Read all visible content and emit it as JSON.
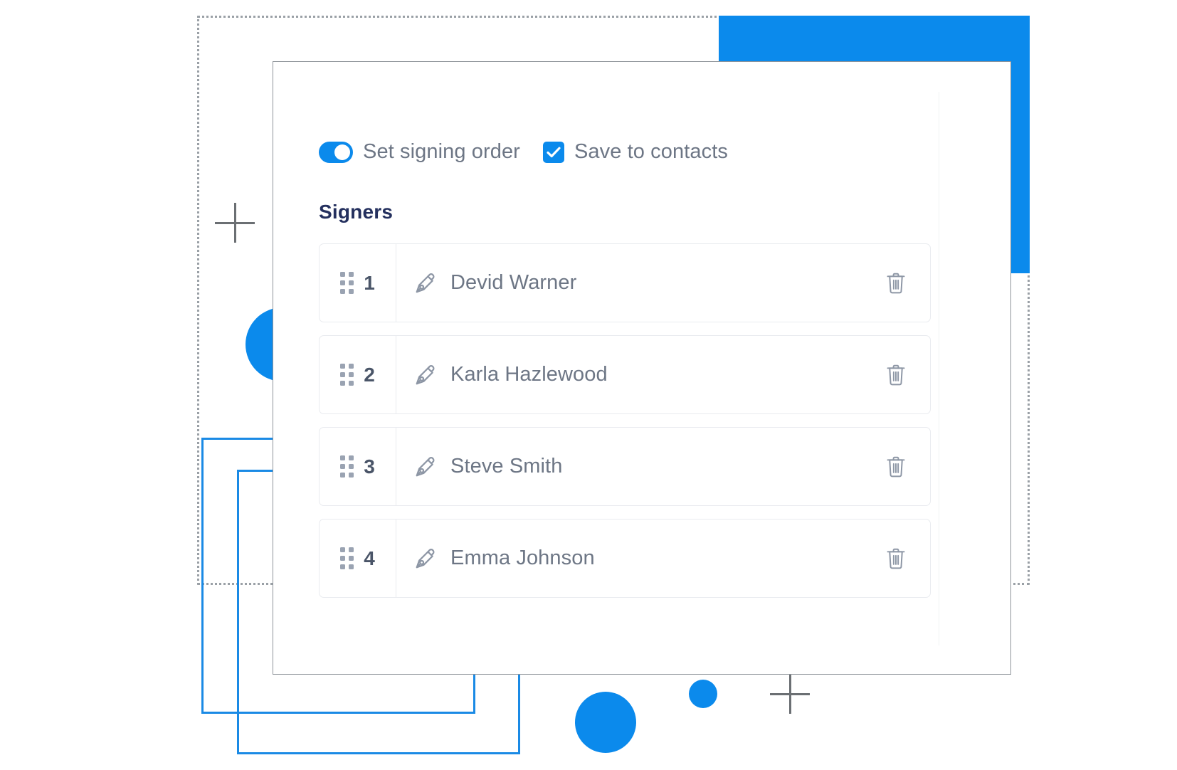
{
  "options": [
    {
      "control": "toggle",
      "control_icon": "toggle-on-icon",
      "label": "Set signing order",
      "state": "on"
    },
    {
      "control": "checkbox",
      "control_icon": "checkbox-checked-icon",
      "label": "Save to contacts",
      "state": "checked"
    }
  ],
  "signers_section": {
    "title": "Signers",
    "rows": [
      {
        "index": "1",
        "name": "Devid Warner",
        "drag_icon": "drag-handle-icon",
        "sign_icon": "pen-nib-icon",
        "delete_icon": "trash-icon"
      },
      {
        "index": "2",
        "name": "Karla Hazlewood",
        "drag_icon": "drag-handle-icon",
        "sign_icon": "pen-nib-icon",
        "delete_icon": "trash-icon"
      },
      {
        "index": "3",
        "name": "Steve Smith",
        "drag_icon": "drag-handle-icon",
        "sign_icon": "pen-nib-icon",
        "delete_icon": "trash-icon"
      },
      {
        "index": "4",
        "name": "Emma Johnson",
        "drag_icon": "drag-handle-icon",
        "sign_icon": "pen-nib-icon",
        "delete_icon": "trash-icon"
      }
    ]
  },
  "colors": {
    "accent_blue": "#0b8aec",
    "outline_blue": "#1a8ae5",
    "heading_navy": "#24305e",
    "body_gray": "#6d7685",
    "row_border": "#e9ebef",
    "deco_gray": "#9aa0a6"
  },
  "decorations": [
    {
      "name": "dotted-rectangle"
    },
    {
      "name": "blue-filled-rectangle"
    },
    {
      "name": "blue-outline-rectangle-1"
    },
    {
      "name": "blue-outline-rectangle-2"
    },
    {
      "name": "blue-circle-large-left"
    },
    {
      "name": "blue-circle-large-bottom"
    },
    {
      "name": "blue-circle-small-bottom"
    },
    {
      "name": "plus-mark-top-left"
    },
    {
      "name": "plus-mark-bottom-right"
    }
  ]
}
